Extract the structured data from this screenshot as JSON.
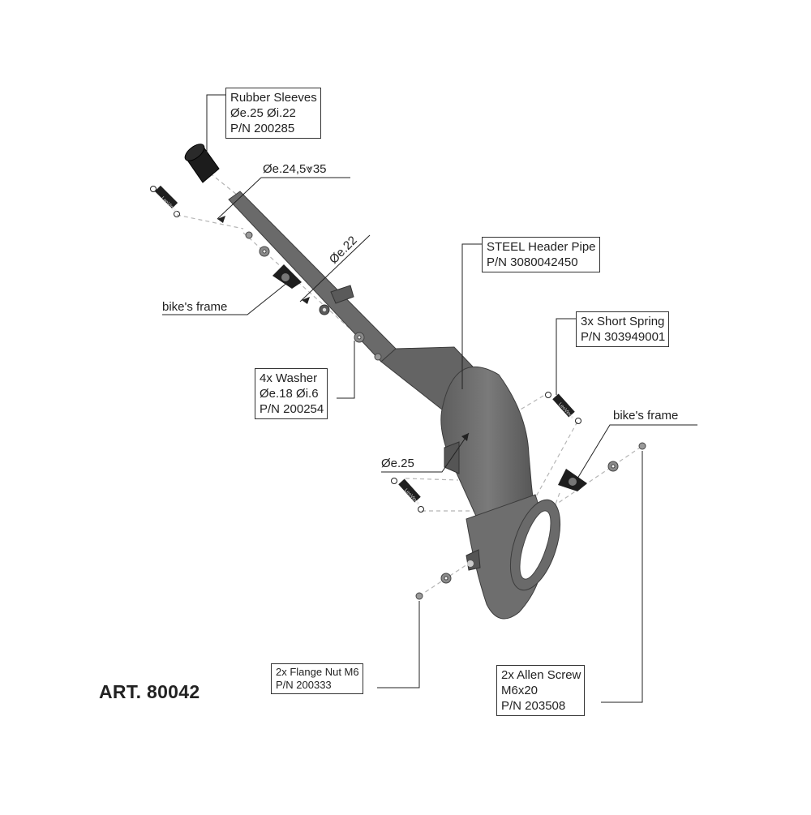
{
  "article": "ART. 80042",
  "callouts": {
    "rubber_sleeves": [
      "Rubber Sleeves",
      "Øe.25  Øi.22",
      "P/N 200285"
    ],
    "header_pipe": [
      "STEEL Header Pipe",
      "P/N 3080042450"
    ],
    "short_spring": [
      "3x Short Spring",
      "P/N 303949001"
    ],
    "washer": [
      "4x Washer",
      "Øe.18  Øi.6",
      "P/N 200254"
    ],
    "flange_nut": [
      "2x Flange Nut M6",
      "P/N 200333"
    ],
    "allen_screw": [
      "2x Allen Screw",
      "M6x20",
      "P/N 203508"
    ]
  },
  "dimensions": {
    "inlet": "Øe.24,5",
    "inlet_depth_symbol": "⩔",
    "inlet_depth": "35",
    "pipe": "Øe.22",
    "outlet": "Øe.25"
  },
  "frame_labels": {
    "left": "bike's frame",
    "right": "bike's frame"
  },
  "spring_brand_text": "LeoVince",
  "colors": {
    "pipe_body": "#707070",
    "pipe_dark": "#4e4e4e",
    "rubber": "#1c1c1c",
    "leader": "#222222",
    "dashed": "#b5b5b5"
  }
}
